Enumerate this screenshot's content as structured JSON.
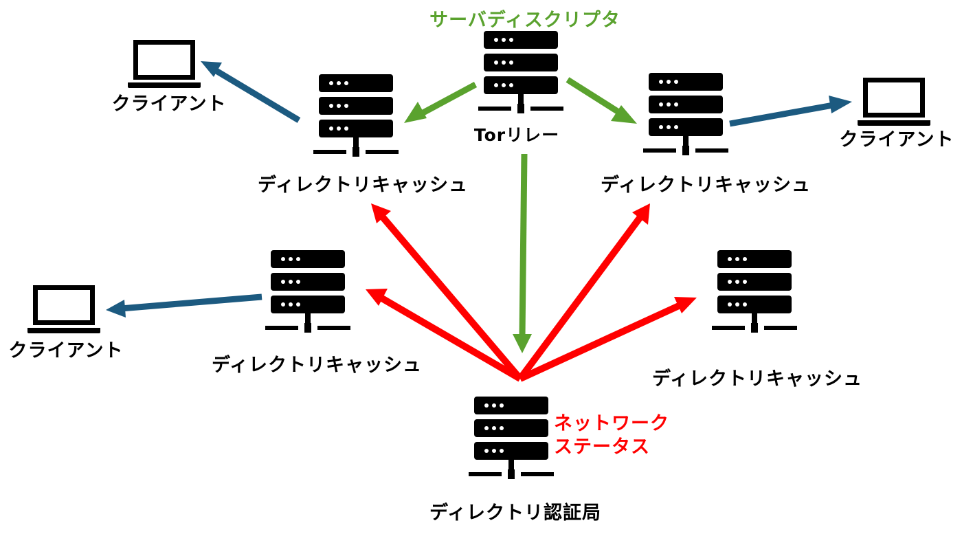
{
  "colors": {
    "descriptor": "#5aa22e",
    "consensus": "#ff0000",
    "client_link": "#1c5a80",
    "icon": "#000000"
  },
  "labels": {
    "descriptor": "サーバディスクリプタ",
    "relay": "Torリレー",
    "cache": "ディレクトリキャッシュ",
    "client": "クライアント",
    "status_line1": "ネットワーク",
    "status_line2": "ステータス",
    "authority": "ディレクトリ認証局"
  },
  "icons": {
    "server": "server-rack-icon",
    "client": "laptop-icon"
  }
}
